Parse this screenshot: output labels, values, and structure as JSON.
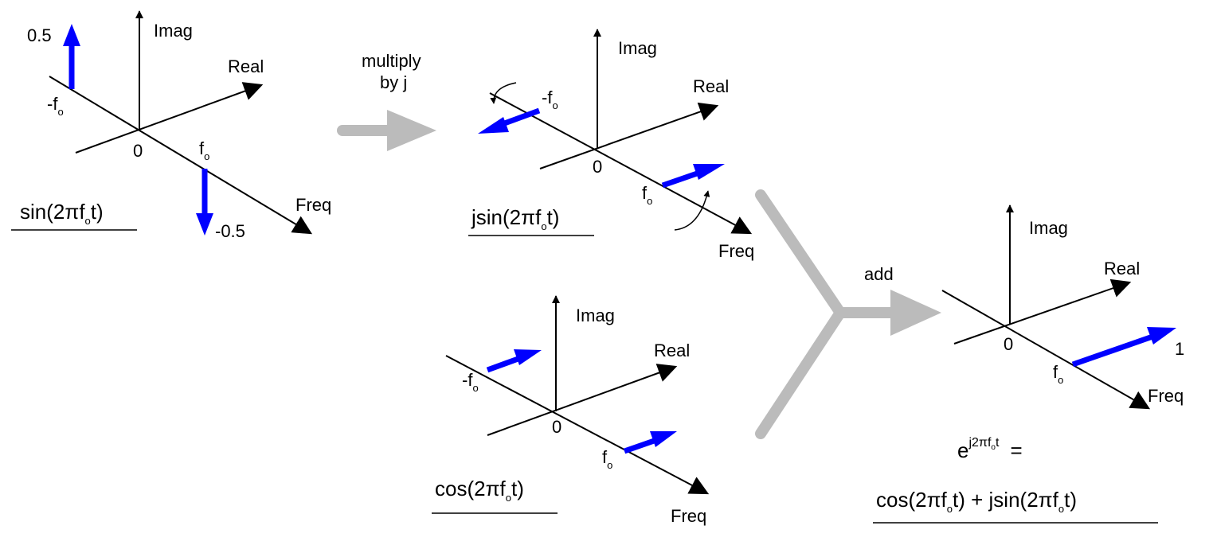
{
  "colors": {
    "axis": "#000000",
    "phasor": "#0000ff",
    "flow_arrow": "#bbbbbb",
    "background": "#ffffff"
  },
  "axis_labels": {
    "imag": "Imag",
    "real": "Real",
    "freq": "Freq",
    "origin": "0"
  },
  "freq_labels": {
    "f": "f",
    "sub": "o",
    "neg": "-"
  },
  "operations": {
    "multiply_line1": "multiply",
    "multiply_line2": "by j",
    "add": "add"
  },
  "sin_panel": {
    "title": {
      "pre": "sin(2",
      "pi": "π",
      "f": "f",
      "sub": "o",
      "post": "t)"
    },
    "pos_value": "0.5",
    "neg_value": "-0.5"
  },
  "jsin_panel": {
    "title": {
      "pre": "jsin(2",
      "pi": "π",
      "f": "f",
      "sub": "o",
      "post": "t)"
    }
  },
  "cos_panel": {
    "title": {
      "pre": "cos(2",
      "pi": "π",
      "f": "f",
      "sub": "o",
      "post": "t)"
    }
  },
  "exp_panel": {
    "magnitude": "1",
    "lhs": {
      "base": "e",
      "sup_pre": "j2",
      "pi": "π",
      "f": "f",
      "sub": "o",
      "sup_post": "t",
      "equals": "="
    },
    "rhs": {
      "a_pre": "cos(2",
      "a_pi": "π",
      "a_f": "f",
      "a_sub": "o",
      "a_post": "t)",
      "plus": " + ",
      "b_pre": "jsin(2",
      "b_pi": "π",
      "b_f": "f",
      "b_sub": "o",
      "b_post": "t)"
    }
  }
}
